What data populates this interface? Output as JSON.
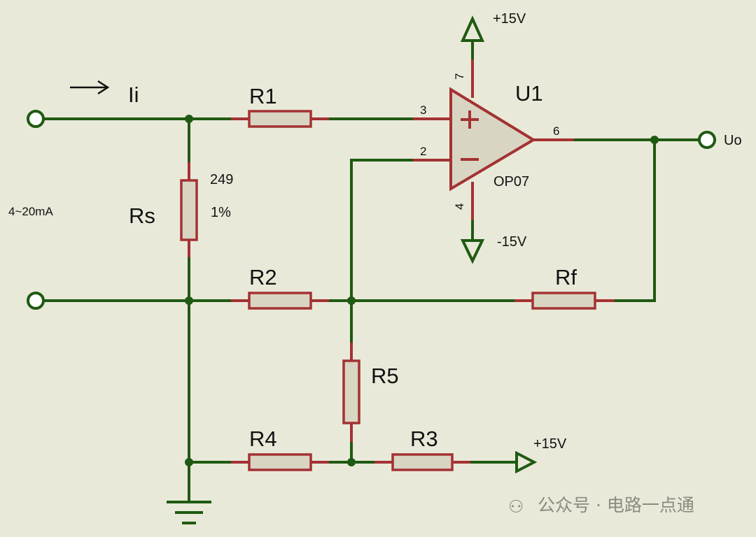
{
  "labels": {
    "input_current": "Ii",
    "input_range": "4~20mA",
    "output": "Uo",
    "vcc_top": "+15V",
    "vee_bottom": "-15V",
    "vref_right": "+15V"
  },
  "op_amp": {
    "ref": "U1",
    "part": "OP07",
    "pin_noninverting": "3",
    "pin_inverting": "2",
    "pin_output": "6",
    "pin_vplus": "7",
    "pin_vminus": "4"
  },
  "resistors": {
    "rs": {
      "name": "Rs",
      "value": "249",
      "tolerance": "1%"
    },
    "r1": {
      "name": "R1"
    },
    "r2": {
      "name": "R2"
    },
    "r3": {
      "name": "R3"
    },
    "r4": {
      "name": "R4"
    },
    "r5": {
      "name": "R5"
    },
    "rf": {
      "name": "Rf"
    }
  },
  "watermark": {
    "symbol": "⚇",
    "text": "公众号 · 电路一点通"
  }
}
